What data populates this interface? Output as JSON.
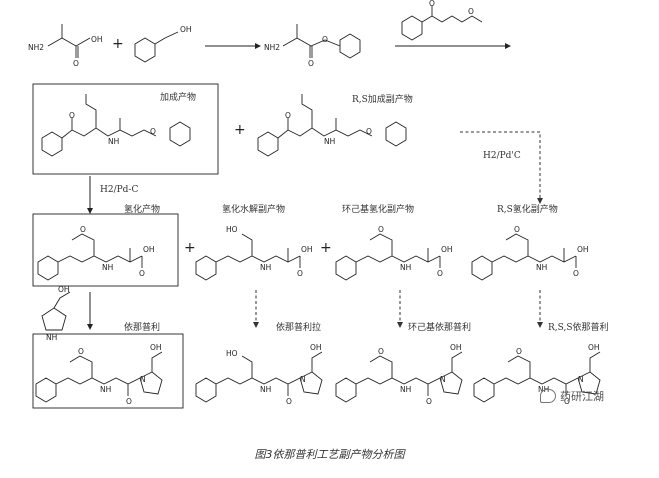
{
  "labels": {
    "addition_product": "加成产物",
    "rs_addition_byproduct": "R,S加成副产物",
    "h2_pdc_left": "H2/Pd-C",
    "h2_pdc_right": "H2/Pd'C",
    "hydrogenation_product": "氢化产物",
    "hydro_hydrolysis_byproduct": "氢化水解副产物",
    "cyclohexyl_hydro_byproduct": "环己基氢化副产物",
    "rs_hydro_byproduct": "R,S氢化副产物",
    "enalapril": "依那普利",
    "enalaprilat": "依那普利拉",
    "cyclohexyl_enalapril": "环己基依那普利",
    "rss_enalapril": "R,S,S依那普利"
  },
  "atoms": {
    "nh2": "NH2",
    "nh": "NH",
    "n": "N",
    "o": "O",
    "oh": "OH",
    "ho": "HO"
  },
  "operators": {
    "plus": "+"
  },
  "caption": "图3依那普利工艺副产物分析图",
  "watermark": "药研江湖"
}
